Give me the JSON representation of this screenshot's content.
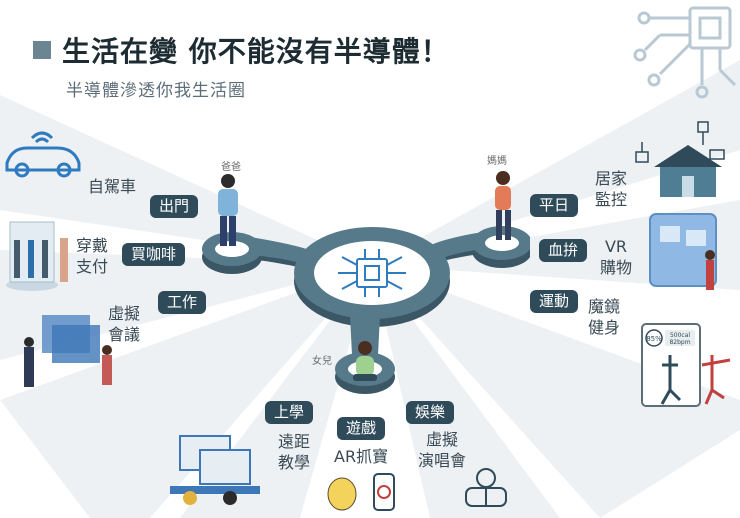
{
  "title": "生活在變 你不能沒有半導體！",
  "subtitle": "半導體滲透你我生活圈",
  "roles": {
    "dad": "爸爸",
    "mom": "媽媽",
    "daughter": "女兒"
  },
  "tags": {
    "out": "出門",
    "coffee": "買咖啡",
    "work": "工作",
    "weekday": "平日",
    "shopping": "血拚",
    "exercise": "運動",
    "school": "上學",
    "game": "遊戲",
    "entertainment": "娛樂"
  },
  "labels": {
    "self_driving": [
      "自駕車"
    ],
    "wearable_pay": [
      "穿戴",
      "支付"
    ],
    "virtual_meeting": [
      "虛擬",
      "會議"
    ],
    "home_monitor": [
      "居家",
      "監控"
    ],
    "vr_shopping": [
      "VR",
      "購物"
    ],
    "magic_mirror": [
      "魔鏡",
      "健身"
    ],
    "remote_teaching": [
      "遠距",
      "教學"
    ],
    "ar_pokemon": [
      "AR抓寶"
    ],
    "virtual_concert": [
      "虛擬",
      "演唱會"
    ]
  },
  "fitness_screen": {
    "percent": "85%",
    "line1": "500cal",
    "line2": "82bpm"
  },
  "colors": {
    "ring_top": "#4f6d7d",
    "ring_side": "#3b5766",
    "tag": "#2f4b5a",
    "ray": "#eef1f3",
    "accent": "#2f7bbf"
  }
}
